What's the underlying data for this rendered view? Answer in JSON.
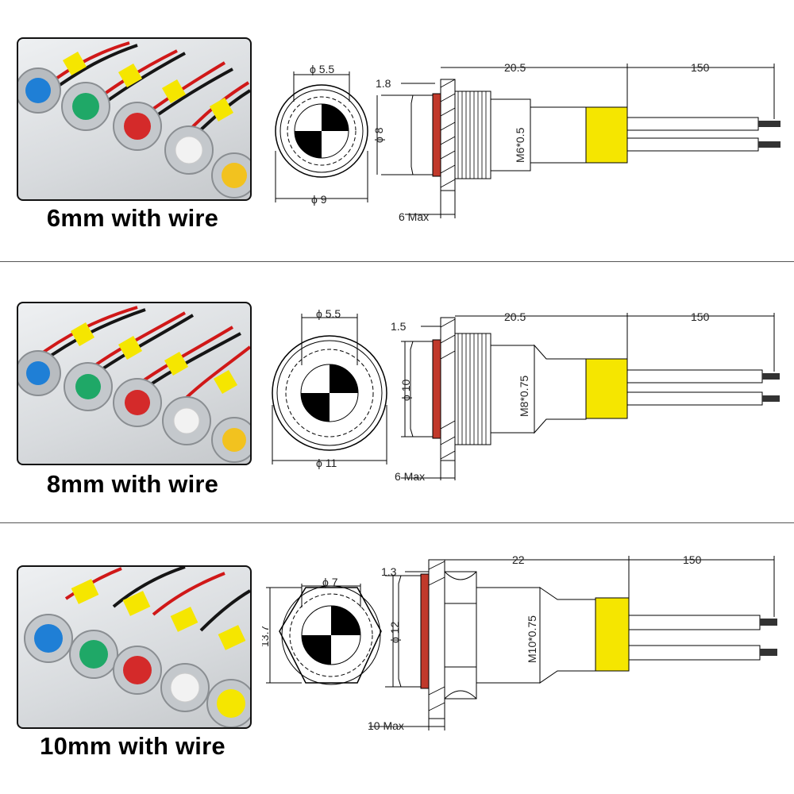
{
  "sections": [
    {
      "caption": "6mm with wire",
      "front": {
        "lens_dia": "ϕ 5.5",
        "outer_dia": "ϕ 9"
      },
      "side": {
        "bezel": "1.8",
        "head_dia": "ϕ 8",
        "thread": "M6*0.5",
        "body_len": "20.5",
        "wire_len": "150",
        "panel": "6 Max"
      }
    },
    {
      "caption": "8mm with wire",
      "front": {
        "lens_dia": "ϕ 5.5",
        "outer_dia": "ϕ 11"
      },
      "side": {
        "bezel": "1.5",
        "head_dia": "ϕ 10",
        "thread": "M8*0.75",
        "body_len": "20.5",
        "wire_len": "150",
        "panel": "6 Max"
      }
    },
    {
      "caption": "10mm with wire",
      "front": {
        "lens_dia": "ϕ 7",
        "hex_size": "13.7"
      },
      "side": {
        "bezel": "1.3",
        "head_dia": "ϕ 12",
        "thread": "M10*0.75",
        "body_len": "22",
        "wire_len": "150",
        "panel": "10 Max"
      }
    }
  ],
  "colors": {
    "led_lens": [
      "#1f7fd6",
      "#1fa867",
      "#d42a2a",
      "#f2f2f2",
      "#f2c21f"
    ],
    "collar": "#f5e600",
    "oring": "#c0392b",
    "wire_red": "#d01818",
    "wire_black": "#151515"
  }
}
